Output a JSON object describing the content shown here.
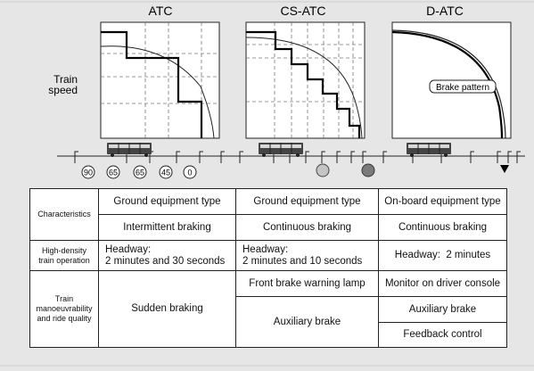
{
  "panels": [
    {
      "title": "ATC",
      "signals": [
        "90",
        "65",
        "65",
        "45",
        "0"
      ]
    },
    {
      "title": "CS-ATC"
    },
    {
      "title": "D-ATC",
      "annotation": "Brake pattern"
    }
  ],
  "y_label_line1": "Train",
  "y_label_line2": "speed",
  "table": {
    "row_characteristics": "Characteristics",
    "row_density": "High-density train operation",
    "row_manoeuvrability": "Train manoeuvrability and ride quality",
    "atc": {
      "type": "Ground equipment type",
      "braking": "Intermittent braking",
      "headway": "Headway:\n2 minutes and 30 seconds",
      "quality": "Sudden braking"
    },
    "cs_atc": {
      "type": "Ground equipment type",
      "braking": "Continuous braking",
      "headway": "Headway:\n2 minutes and 10 seconds",
      "lamp": "Front brake warning lamp",
      "aux": "Auxiliary brake"
    },
    "d_atc": {
      "type": "On-board equipment type",
      "braking": "Continuous braking",
      "headway": "Headway:  2 minutes",
      "monitor": "Monitor on driver console",
      "aux": "Auxiliary brake",
      "feedback": "Feedback control"
    }
  }
}
